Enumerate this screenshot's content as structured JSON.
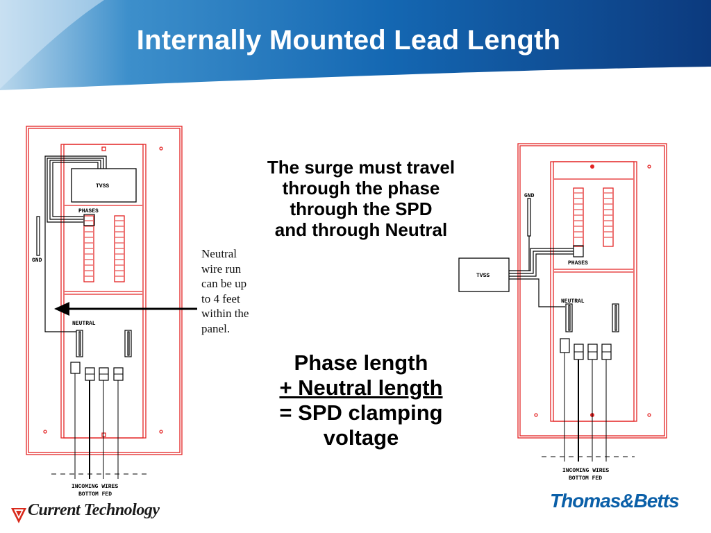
{
  "slide": {
    "title": "Internally Mounted Lead Length"
  },
  "left_panel": {
    "tvss_label": "TVSS",
    "phases_label": "PHASES",
    "gnd_label": "GND",
    "neutral_label": "NEUTRAL",
    "incoming_line1": "INCOMING WIRES",
    "incoming_line2": "BOTTOM FED"
  },
  "right_panel": {
    "tvss_label": "TVSS",
    "phases_label": "PHASES",
    "gnd_label": "GND",
    "neutral_label": "NEUTRAL",
    "incoming_line1": "INCOMING WIRES",
    "incoming_line2": "BOTTOM FED"
  },
  "annotation": {
    "neutral_note": [
      "Neutral",
      "wire run",
      "can be up",
      "to 4 feet",
      "within the",
      "panel."
    ]
  },
  "surge_text": [
    "The surge must travel",
    "through the phase",
    "through the SPD",
    "and through Neutral"
  ],
  "formula": {
    "line1": "Phase length",
    "line2": "+ Neutral length",
    "line3": "= SPD clamping",
    "line4": "voltage"
  },
  "logos": {
    "left": "Current Technology",
    "right": "Thomas&Betts"
  },
  "colors": {
    "header_dark": "#0c3a7e",
    "header_light": "#b9d7ec",
    "panel_red": "#e32424",
    "wire_black": "#000000",
    "logo_blue": "#0a5fa8",
    "logo_red": "#d92a1c"
  }
}
